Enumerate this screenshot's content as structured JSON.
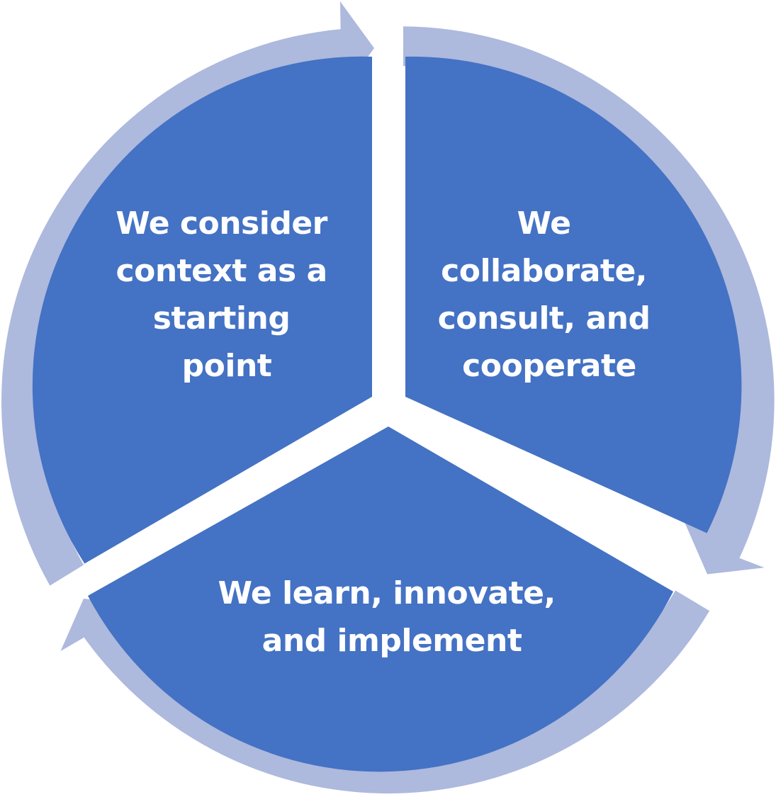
{
  "colors": {
    "segment_fill": "#4472C4",
    "arrow_ring": "#ADB9DD",
    "label_text": "#FFFFFF",
    "background": "#FFFFFF"
  },
  "segments": [
    {
      "position": "upper-left",
      "lines": [
        "We consider",
        "context as a",
        "starting",
        "point"
      ]
    },
    {
      "position": "upper-right",
      "lines": [
        "We",
        "collaborate,",
        "consult, and",
        "cooperate"
      ]
    },
    {
      "position": "bottom",
      "lines": [
        "We learn, innovate,",
        "and implement"
      ]
    }
  ]
}
